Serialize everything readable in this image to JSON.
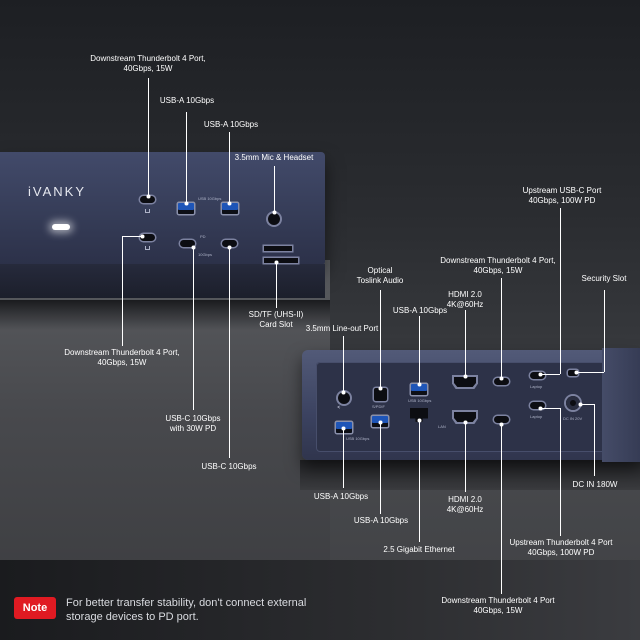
{
  "brand": "iVANKY",
  "front_labels": {
    "tb4_top": [
      "Downstream Thunderbolt 4 Port,",
      "40Gbps, 15W"
    ],
    "usba_1": [
      "USB-A 10Gbps"
    ],
    "usba_2": [
      "USB-A 10Gbps"
    ],
    "mic": [
      "3.5mm Mic & Headset"
    ],
    "tb4_bottom": [
      "Downstream Thunderbolt 4 Port,",
      "40Gbps, 15W"
    ],
    "usbc_pd": [
      "USB-C 10Gbps",
      "with 30W PD"
    ],
    "usbc": [
      "USB-C 10Gbps"
    ],
    "sd": [
      "SD/TF (UHS-II)",
      "Card Slot"
    ]
  },
  "back_labels": {
    "upstream_top": [
      "Upstream USB-C Port",
      "40Gbps, 100W PD"
    ],
    "tb4_top": [
      "Downstream Thunderbolt 4 Port,",
      "40Gbps, 15W"
    ],
    "security": [
      "Security Slot"
    ],
    "optical": [
      "Optical",
      "Toslink Audio"
    ],
    "hdmi_top": [
      "HDMI 2.0",
      "4K@60Hz"
    ],
    "usba_top": [
      "USB-A 10Gbps"
    ],
    "lineout": [
      "3.5mm Line-out Port"
    ],
    "usba_bottom_1": [
      "USB-A 10Gbps"
    ],
    "usba_bottom_2": [
      "USB-A 10Gbps"
    ],
    "hdmi_bottom": [
      "HDMI 2.0",
      "4K@60Hz"
    ],
    "dcin": [
      "DC IN 180W"
    ],
    "ethernet": [
      "2.5 Gigabit Ethernet"
    ],
    "upstream_bottom": [
      "Upstream Thunderbolt 4 Port",
      "40Gbps, 100W PD"
    ],
    "tb4_bottom": [
      "Downstream Thunderbolt 4 Port",
      "40Gbps, 15W"
    ]
  },
  "note": {
    "badge": "Note",
    "lines": [
      "For better transfer stability, don't connect external",
      "storage devices to PD port."
    ]
  },
  "colors": {
    "note_badge": "#e01a22",
    "usb_a_blue": "#1e55b8",
    "dock_body": "#3b4260"
  }
}
